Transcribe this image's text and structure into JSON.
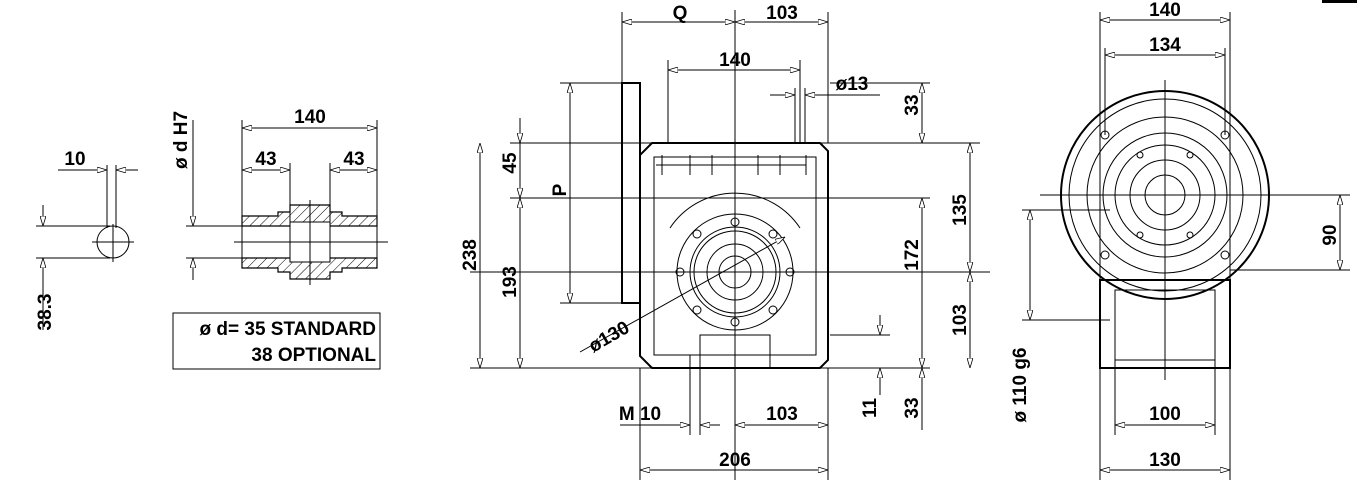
{
  "key_view": {
    "width_label": "10",
    "height_label": "38.3"
  },
  "hollow_shaft": {
    "length_label": "140",
    "left_end_label": "43",
    "right_end_label": "43",
    "bore_label": "ø d H7",
    "note_line1": "ø d= 35 STANDARD",
    "note_line2": "38 OPTIONAL"
  },
  "front_view": {
    "q_label": "Q",
    "top_right_label": "103",
    "foot_holes_label": "140",
    "hole_dia_label": "ø13",
    "total_height_label": "238",
    "upper_label": "45",
    "lower_label": "193",
    "p_label": "P",
    "right_top_label": "33",
    "right_upper_label": "135",
    "right_mid_label": "172",
    "right_lower_label": "103",
    "base_thickness_label": "11",
    "right_bottom_label": "33",
    "thread_label": "M 10",
    "bottom_right_label": "103",
    "total_width_label": "206",
    "flange_dia_label": "ø130"
  },
  "side_view": {
    "outer_width_label": "140",
    "inner_width_label": "134",
    "center_height_label": "90",
    "spigot_label": "ø 110 g6",
    "foot_inner_label": "100",
    "foot_outer_label": "130"
  }
}
